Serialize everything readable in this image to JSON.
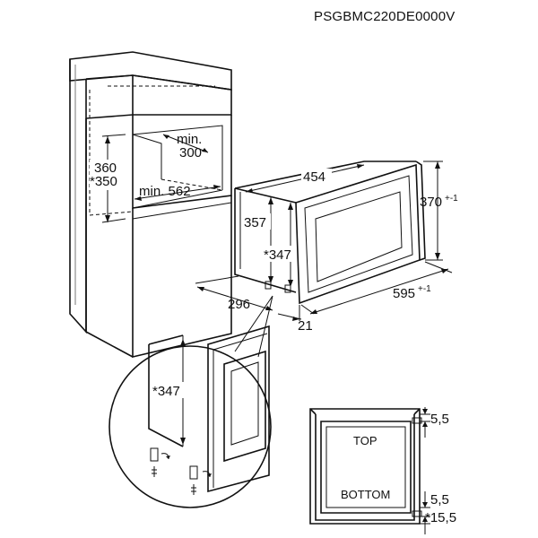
{
  "model_code": "PSGBMC220DE0000V",
  "cabinet": {
    "niche_depth_label": "min.",
    "niche_depth_value": "300",
    "niche_height_a": "360",
    "niche_height_b": "*350",
    "niche_width": "min. 562"
  },
  "appliance": {
    "width": "454",
    "height_total": "370",
    "height_total_tol": "+-1",
    "height_front": "357",
    "height_front_alt": "*347",
    "depth": "296",
    "front_depth": "21",
    "frame_width": "595",
    "frame_width_tol": "+-1"
  },
  "detail": {
    "height": "*347"
  },
  "frame_view": {
    "top_label": "TOP",
    "bottom_label": "BOTTOM",
    "gap_top": "5,5",
    "gap_bottom": "5,5",
    "gap_bottom_alt": "*15,5"
  }
}
